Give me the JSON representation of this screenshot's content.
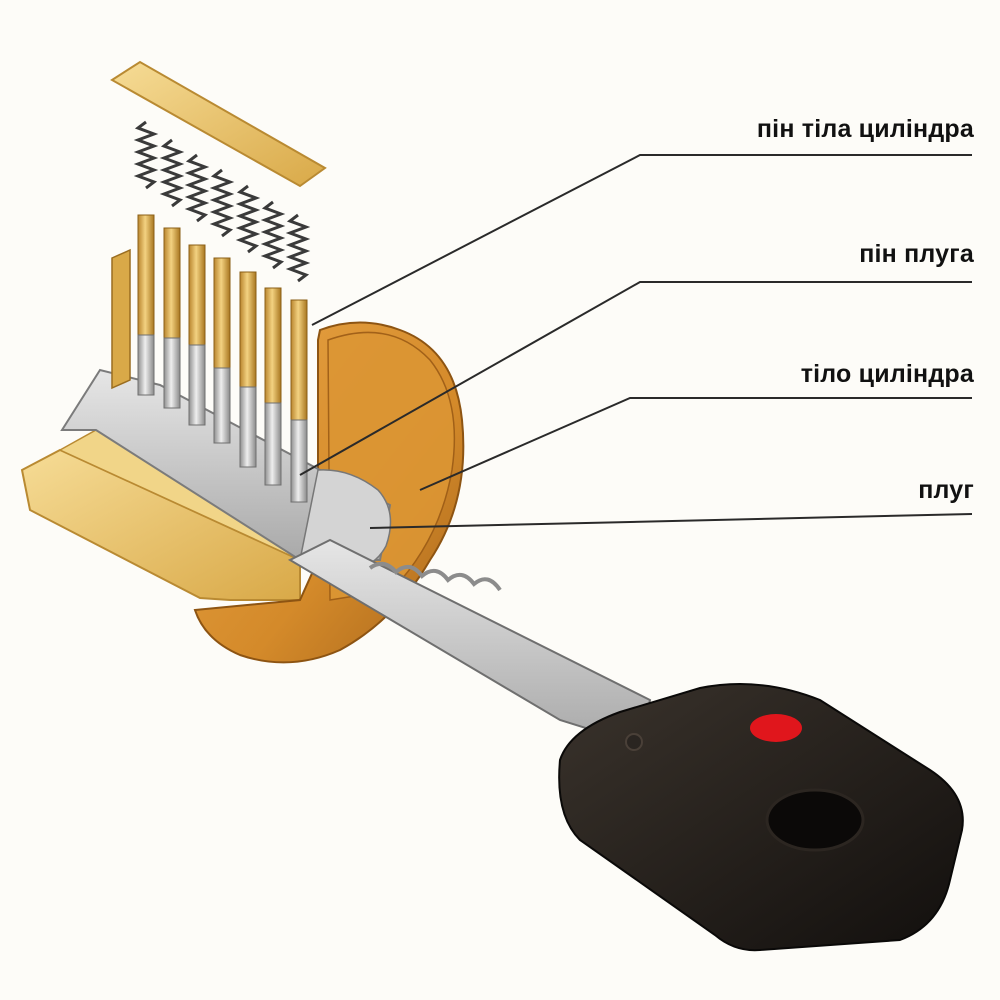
{
  "labels": [
    {
      "text": "пін тіла циліндра"
    },
    {
      "text": "пін плуга"
    },
    {
      "text": "тіло циліндра"
    },
    {
      "text": "плуг"
    }
  ],
  "brand_mark": "",
  "colors": {
    "brass": "#e9bf62",
    "brass_light": "#f6dc96",
    "copper": "#d78f2e",
    "copper_dark": "#9c5c16",
    "steel": "#c9c9c9",
    "steel_dark": "#8a8a8a",
    "spring": "#3a3a3a",
    "key_head": "#1c1916",
    "indicator_red": "#e0161c",
    "leader_line": "#2a2a2a"
  },
  "icons": [
    "lock-cylinder-illustration",
    "key-illustration",
    "spring-icon",
    "pin-icon"
  ]
}
